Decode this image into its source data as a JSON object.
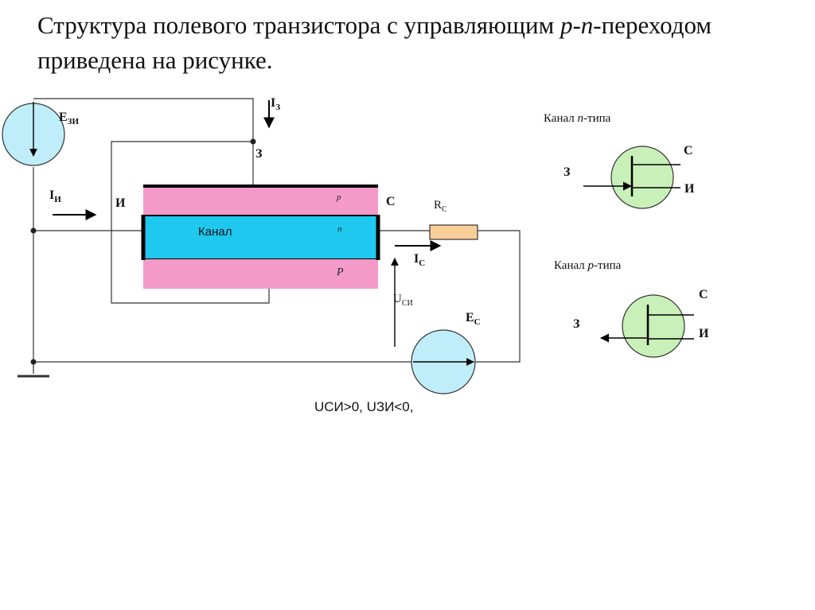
{
  "title": {
    "line1_a": "Структура полевого транзистора с управляющим ",
    "line1_pn": "p-n",
    "line1_b": "-переходом",
    "line2": "приведена на рисунке."
  },
  "structure": {
    "layer_p_top": "p",
    "layer_n": "n",
    "layer_p_bottom": "P",
    "channel_label": "Канал",
    "gate_label": "З",
    "source_label": "И",
    "drain_label": "С",
    "gate_current": "I",
    "gate_current_sub": "З",
    "source_current": "I",
    "source_current_sub": "И",
    "drain_current": "I",
    "drain_current_sub": "С",
    "gs_source": "E",
    "gs_source_sub": "ЗИ",
    "drain_source": "E",
    "drain_source_sub": "С",
    "resistor": "R",
    "resistor_sub": "С",
    "voltage": "U",
    "voltage_sub": "СИ"
  },
  "formula": "UСИ>0,  UЗИ<0,",
  "symbol_n": {
    "caption_a": "Канал ",
    "caption_type": "n",
    "caption_b": "-типа",
    "gate": "З",
    "drain": "С",
    "source": "И"
  },
  "symbol_p": {
    "caption_a": "Канал ",
    "caption_type": "p",
    "caption_b": "-типа",
    "gate": "З",
    "drain": "С",
    "source": "И"
  },
  "colors": {
    "p_layer": "#f49ac8",
    "n_channel": "#1ec8ee",
    "source_circle": "#bfeefa",
    "symbol_circle": "#c8f0b8",
    "resistor": "#f8cf98"
  }
}
